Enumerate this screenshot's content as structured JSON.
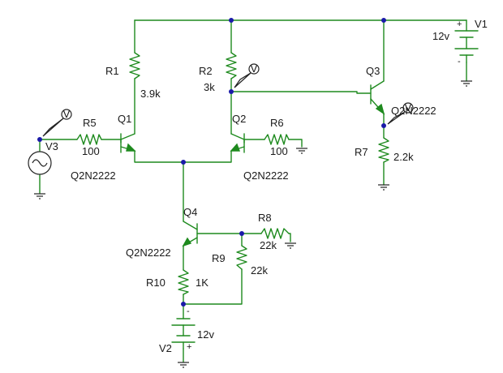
{
  "components": {
    "r1": {
      "ref": "R1",
      "value": "3.9k"
    },
    "r2": {
      "ref": "R2",
      "value": "3k"
    },
    "r5": {
      "ref": "R5",
      "value": "100"
    },
    "r6": {
      "ref": "R6",
      "value": "100"
    },
    "r7": {
      "ref": "R7",
      "value": "2.2k"
    },
    "r8": {
      "ref": "R8",
      "value": "22k"
    },
    "r9": {
      "ref": "R9",
      "value": "22k"
    },
    "r10": {
      "ref": "R10",
      "value": "1K"
    },
    "q1": {
      "ref": "Q1",
      "model": "Q2N2222"
    },
    "q2": {
      "ref": "Q2",
      "model": "Q2N2222"
    },
    "q3": {
      "ref": "Q3",
      "model": "Q2N2222"
    },
    "q4": {
      "ref": "Q4",
      "model": "Q2N2222"
    },
    "v1": {
      "ref": "V1",
      "value": "12v",
      "plus": "+",
      "minus": "-"
    },
    "v2": {
      "ref": "V2",
      "value": "12v",
      "plus": "+",
      "minus": "-"
    },
    "v3": {
      "ref": "V3"
    }
  },
  "probe_letter": "V",
  "colors": {
    "wire": "#1e8a1e",
    "junction": "#1a1aa8",
    "text": "#1a1a1a",
    "symbol": "#222222"
  }
}
